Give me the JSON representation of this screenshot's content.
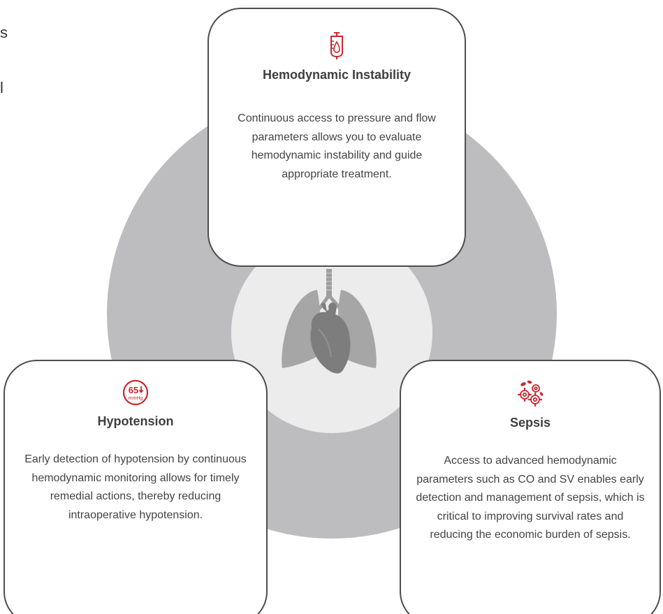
{
  "cards": {
    "instability": {
      "title": "Hemodynamic Instability",
      "body": "Continuous access to pressure and flow parameters allows you to evaluate hemodynamic instability and guide appropriate treatment.",
      "icon": "iv-drip-icon"
    },
    "hypotension": {
      "title": "Hypotension",
      "body": "Early detection of hypotension by continuous hemodynamic monitoring allows for timely remedial actions, thereby reducing intraoperative hypotension.",
      "icon": "blood-pressure-65-icon",
      "icon_value": "65",
      "icon_unit": "mmHg"
    },
    "sepsis": {
      "title": "Sepsis",
      "body": "Access to advanced hemodynamic parameters such as CO and SV enables early detection and management of sepsis, which is critical to improving survival rates and reducing the economic burden of sepsis.",
      "icon": "bacteria-cells-icon"
    }
  },
  "center_illustration": "heart-lungs-icon",
  "colors": {
    "accent": "#c8282e",
    "outer_circle": "#bdbdbf",
    "inner_circle": "#ececec",
    "card_border": "#4d4d4d",
    "text": "#444444",
    "organ": "#9e9e9e"
  }
}
